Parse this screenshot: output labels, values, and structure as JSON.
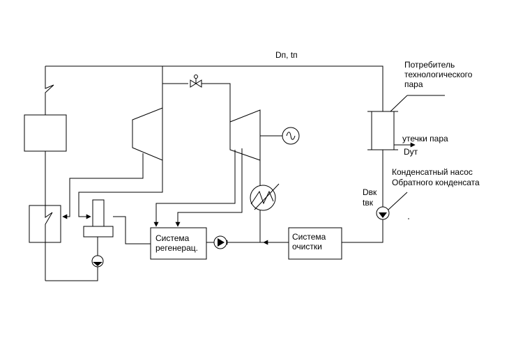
{
  "labels": {
    "steam_params": "Dп, tп",
    "consumer_line1": "Потребитель",
    "consumer_line2": "технологического",
    "consumer_line3": "пара",
    "leak_line1": "утечки пара",
    "leak_line2": "Dут",
    "pump_line1": "Конденсатный насос",
    "pump_line2": "Обратного конденсата",
    "return_line1": "Dвк",
    "return_line2": "tвк",
    "regen_line1": "Система",
    "regen_line2": "регенерац.",
    "clean_line1": "Система",
    "clean_line2": "очистки"
  }
}
